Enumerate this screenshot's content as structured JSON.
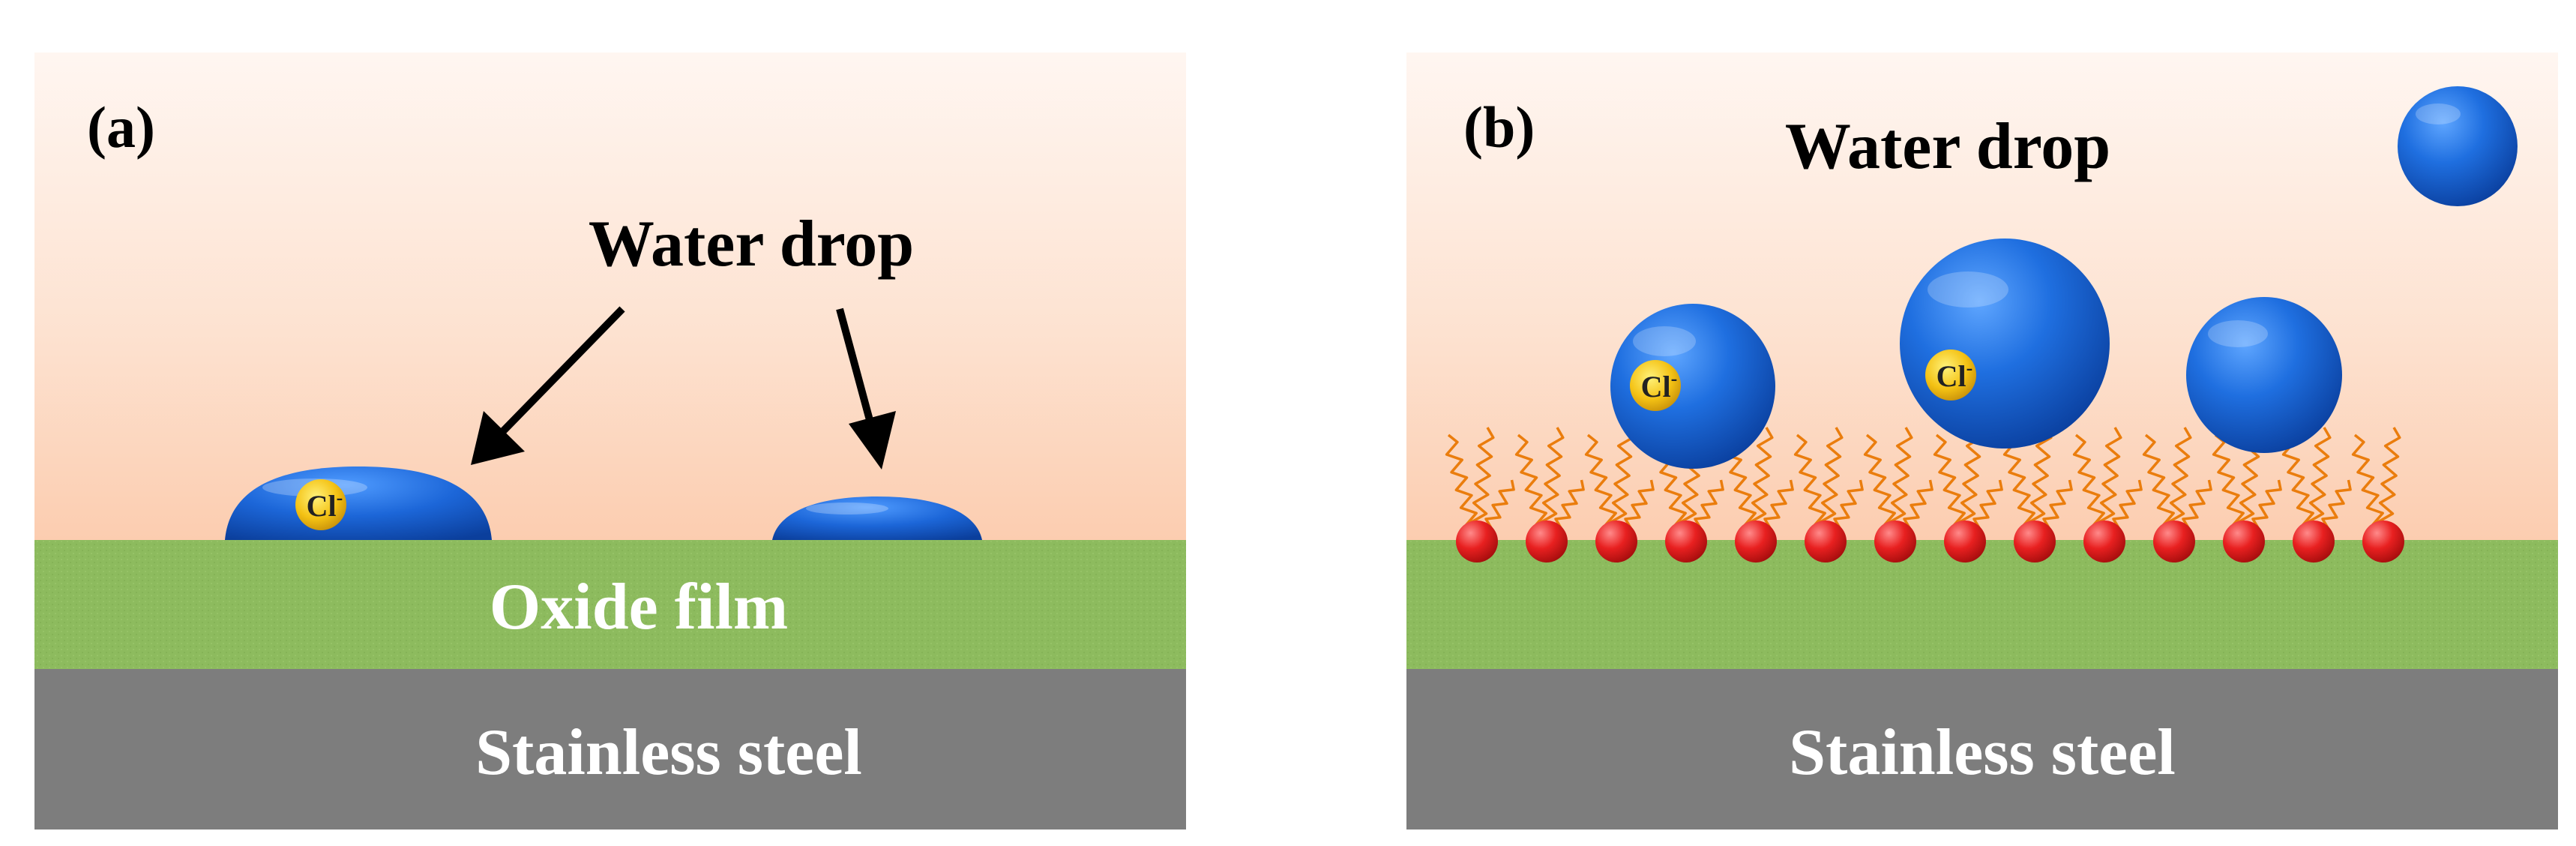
{
  "panel_a": {
    "label": "(a)",
    "water_drop_label": "Water drop",
    "oxide_film_label": "Oxide film",
    "substrate_label": "Stainless steel",
    "chloride_label": "Cl",
    "chloride_charge": "-"
  },
  "panel_b": {
    "label": "(b)",
    "water_drop_label": "Water drop",
    "substrate_label": "Stainless steel",
    "chloride_label": "Cl",
    "chloride_charge": "-"
  },
  "colors": {
    "background_top": "#fff6f1",
    "background_bottom": "#fccfb1",
    "oxide_film": "#8dbb5e",
    "stainless_steel": "#7d7d7d",
    "water_drop": "#1a63d6",
    "chloride_ion": "#f1c40f",
    "anchor_atom": "#e41d1d",
    "alkyl_chain": "#ea7d0d",
    "text_dark": "#000000",
    "text_light": "#ffffff"
  }
}
